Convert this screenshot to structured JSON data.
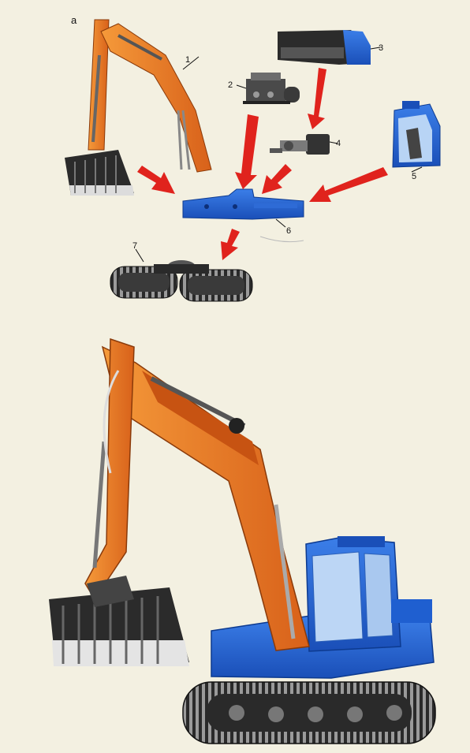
{
  "figure": {
    "panel_label": "a",
    "parts": [
      {
        "number": "1"
      },
      {
        "number": "2"
      },
      {
        "number": "3"
      },
      {
        "number": "4"
      },
      {
        "number": "5"
      },
      {
        "number": "6"
      },
      {
        "number": "7"
      }
    ]
  },
  "colors": {
    "boom_orange": "#e8761c",
    "cab_blue": "#1f5fd0",
    "arrow_red": "#e0231d",
    "track_dark": "#2a2a2a",
    "paper": "#f3f0e1"
  }
}
